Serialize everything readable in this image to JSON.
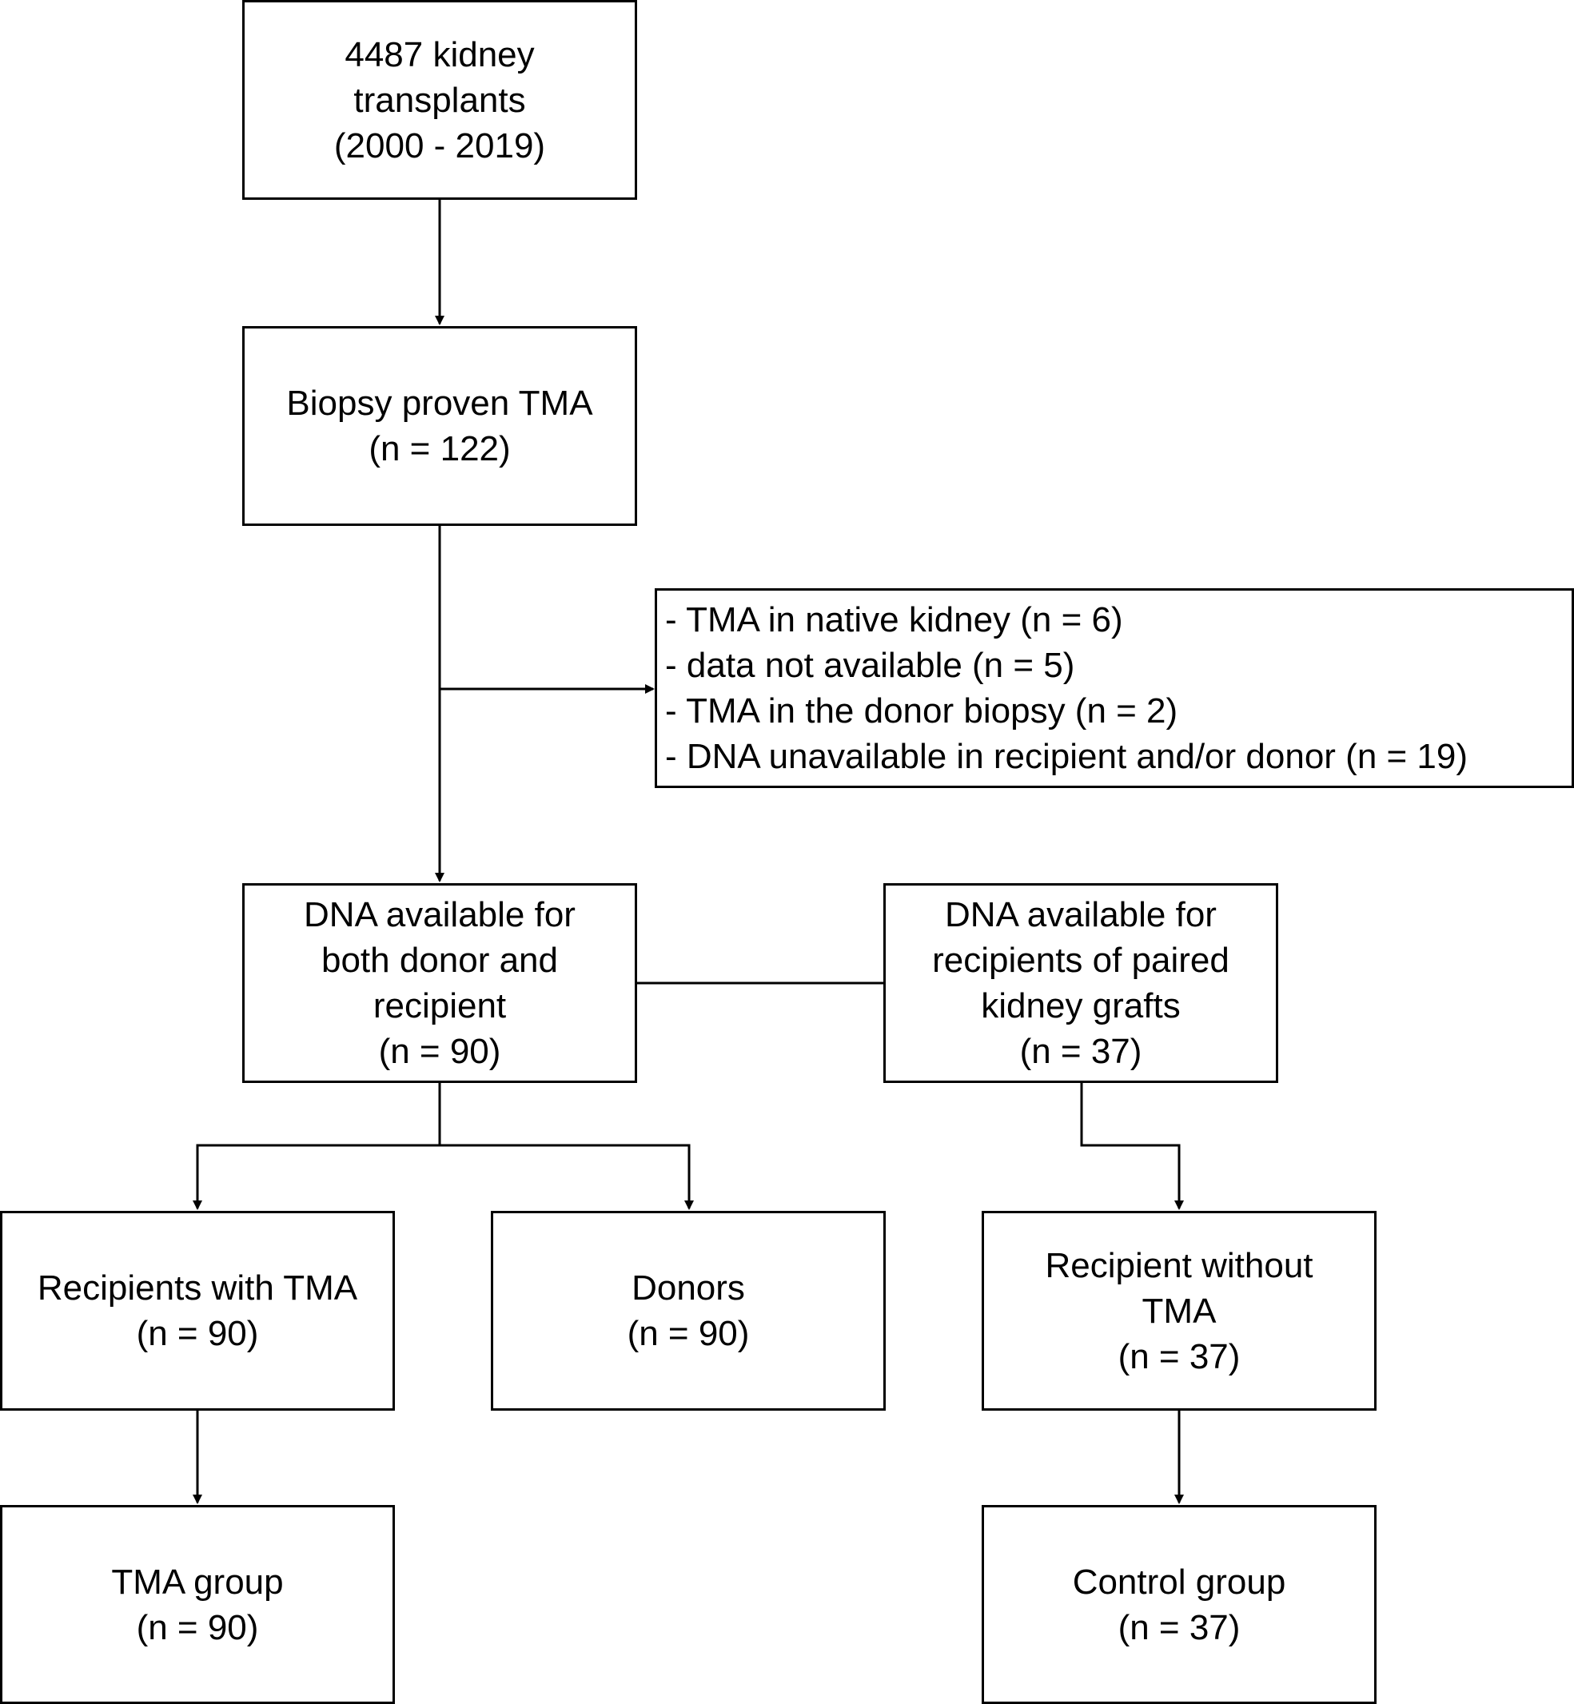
{
  "nodes": {
    "total": {
      "lines": [
        "4487 kidney",
        "transplants",
        "(2000 - 2019)"
      ]
    },
    "biopsy": {
      "lines": [
        "Biopsy proven TMA",
        "(n = 122)"
      ]
    },
    "exclusions": {
      "lines": [
        "- TMA in native kidney (n = 6)",
        "- data not available (n = 5)",
        "- TMA in the donor biopsy (n = 2)",
        "- DNA unavailable in recipient and/or donor (n = 19)"
      ]
    },
    "dna_both": {
      "lines": [
        "DNA available for",
        "both donor and",
        "recipient",
        "(n = 90)"
      ]
    },
    "dna_paired": {
      "lines": [
        "DNA available for",
        "recipients of paired",
        "kidney grafts",
        "(n = 37)"
      ]
    },
    "recipients_tma": {
      "lines": [
        "Recipients with TMA",
        "(n = 90)"
      ]
    },
    "donors": {
      "lines": [
        "Donors",
        "(n = 90)"
      ]
    },
    "recipient_no_tma": {
      "lines": [
        "Recipient without",
        "TMA",
        "(n = 37)"
      ]
    },
    "tma_group": {
      "lines": [
        "TMA group",
        "(n = 90)"
      ]
    },
    "control_group": {
      "lines": [
        "Control group",
        "(n = 37)"
      ]
    }
  }
}
